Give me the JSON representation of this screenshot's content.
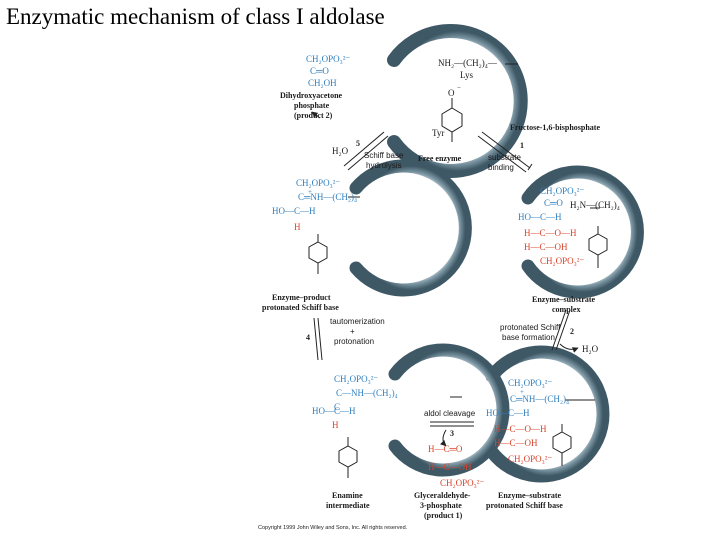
{
  "title": "Enzymatic mechanism of class I aldolase",
  "free_enzyme": {
    "label": "Free enzyme",
    "lys_group": "NH₂—(CH₂)₄—",
    "lys_label": "Lys",
    "tyr_label": "Tyr",
    "tyr_o": "O",
    "tyr_minus": "−"
  },
  "products": {
    "dhap_label": [
      "Dihydroxyacetone",
      "phosphate",
      "(product 2)"
    ],
    "dhap_formula": [
      "CH₂OPO₃²⁻",
      "C═O",
      "CH₂OH"
    ],
    "g3p_label": [
      "Glyceraldehyde-",
      "3-phosphate",
      "(product 1)"
    ],
    "g3p_formula": [
      "H—C═O",
      "H—C—OH",
      "CH₂OPO₃²⁻"
    ]
  },
  "steps": [
    {
      "number": "1",
      "labels": [
        "substrate",
        "binding"
      ],
      "reagent": "Fructose-1,6-bisphosphate"
    },
    {
      "number": "2",
      "labels": [
        "protonated Schiff",
        "base formation"
      ],
      "reagent": "H₂O"
    },
    {
      "number": "3",
      "labels": [
        "aldol cleavage"
      ],
      "reagent": ""
    },
    {
      "number": "4",
      "labels": [
        "tautomerization",
        "+",
        "protonation"
      ],
      "reagent": ""
    },
    {
      "number": "5",
      "labels": [
        "Schiff base",
        "hydrolysis"
      ],
      "reagent": "H₂O"
    }
  ],
  "states": {
    "es_complex": {
      "label": [
        "Enzyme–substrate",
        "complex"
      ],
      "blue": [
        "CH₂OPO₃²⁻",
        "C═O",
        "HO—C—H"
      ],
      "red": [
        "H—C—O—H",
        "H—C—OH",
        "CH₂OPO₃²⁻"
      ],
      "lys": "H₂N—(CH₂)₄"
    },
    "es_schiff": {
      "label": [
        "Enzyme–substrate",
        "protonated Schiff base"
      ],
      "blue": [
        "CH₂OPO₃²⁻",
        "C═NH—(CH₂)₄",
        "HO—C—H"
      ],
      "red": [
        "H—C—O—H",
        "H—C—OH",
        "CH₂OPO₃²⁻"
      ],
      "plus": "+"
    },
    "enamine": {
      "label": [
        "Enamine",
        "intermediate"
      ],
      "blue": [
        "CH₂OPO₃²⁻",
        "C—NH—(CH₂)₄",
        "C",
        "HO—C—H"
      ],
      "red": [
        "H"
      ]
    },
    "ep_schiff": {
      "label": [
        "Enzyme–product",
        "protonated Schiff base"
      ],
      "blue": [
        "CH₂OPO₃²⁻",
        "C═NH—(CH₂)₄",
        "HO—C—H"
      ],
      "red": [
        "H"
      ],
      "plus": "+"
    }
  },
  "copyright": "Copyright 1999 John Wiley and Sons, Inc. All rights reserved.",
  "colors": {
    "ring": "#4f6b7a",
    "ring_light": "#d4e0e6",
    "substrate_blue": "#2f7fbf",
    "substrate_red": "#d8432a"
  }
}
